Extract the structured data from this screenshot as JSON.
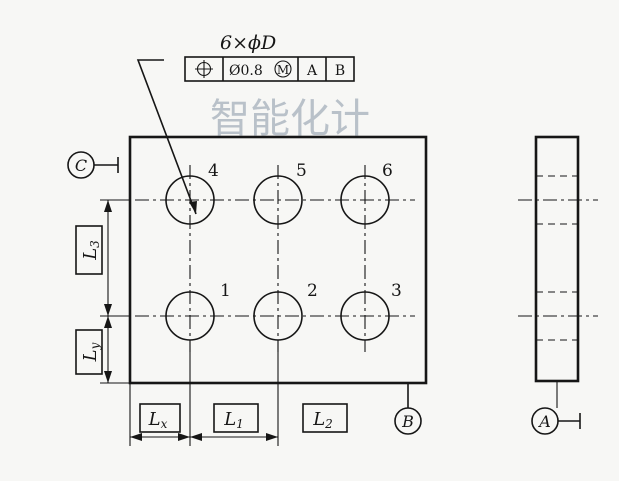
{
  "hole_callout": {
    "count_label": "6×ϕD"
  },
  "feature_control_frame": {
    "symbol": "position-symbol",
    "tolerance": "Ø0.8",
    "modifier": "M",
    "datum_primary": "A",
    "datum_secondary": "B"
  },
  "datums": {
    "c": "C",
    "b": "B",
    "a": "A"
  },
  "hole_numbers": [
    "1",
    "2",
    "3",
    "4",
    "5",
    "6"
  ],
  "dimensions": {
    "l3": {
      "sym": "L",
      "sub": "3"
    },
    "ly": {
      "sym": "L",
      "sub": "y"
    },
    "lx": {
      "sym": "L",
      "sub": "x"
    },
    "l1": {
      "sym": "L",
      "sub": "1"
    },
    "l2": {
      "sym": "L",
      "sub": "2"
    }
  },
  "background_text": "智能化计"
}
